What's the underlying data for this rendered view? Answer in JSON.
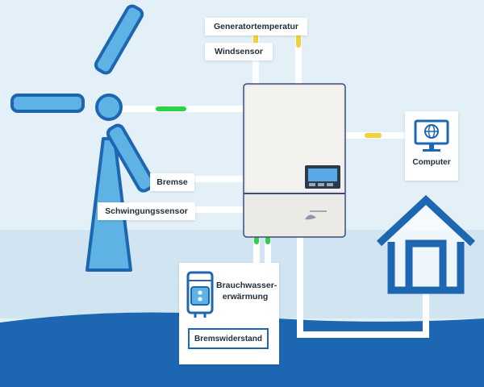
{
  "labels": {
    "generator_temperature": "Generatortemperatur",
    "wind_sensor": "Windsensor",
    "brake": "Bremse",
    "vibration_sensor": "Schwingungssensor",
    "hot_water_heating": "Brauchwasser-erwärmung",
    "hot_water_heating_line1": "Brauchwasser-",
    "hot_water_heating_line2": "erwärmung",
    "brake_resistor": "Bremswiderstand",
    "computer": "Computer"
  },
  "colors": {
    "sky": "#e3f0f8",
    "sea": "#1d67b2",
    "blade_fill": "#5fb3e4",
    "blade_stroke": "#1d67b2",
    "connector_green": "#2bd24a",
    "connector_yellow": "#f2d23c",
    "controller_body": "#eceae4",
    "controller_frame": "#3a4b86"
  },
  "icons": [
    "wind-turbine-icon",
    "house-icon",
    "computer-icon",
    "water-heater-icon",
    "controller-icon"
  ]
}
